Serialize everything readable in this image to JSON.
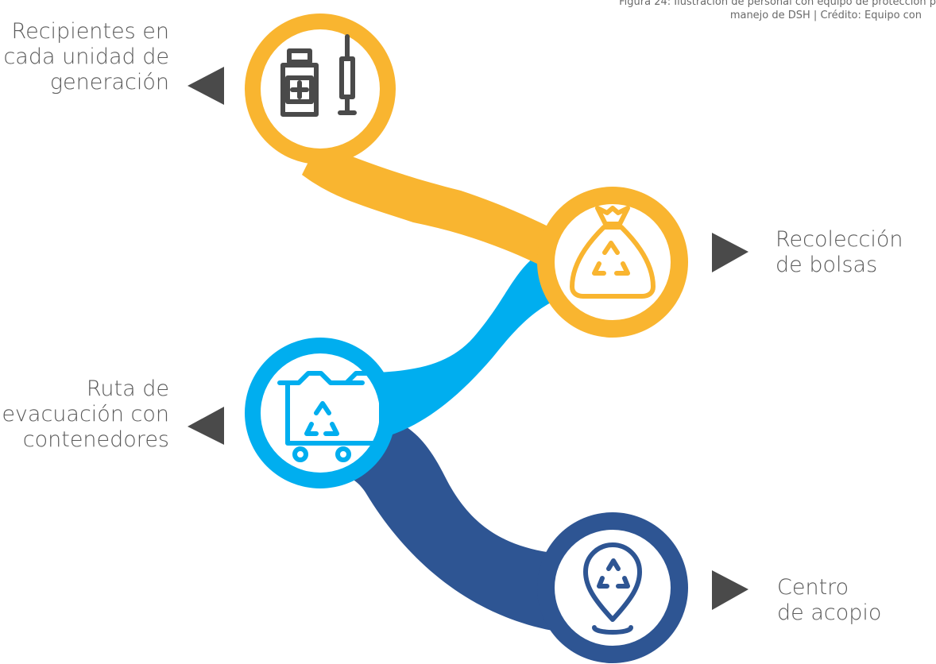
{
  "caption": {
    "line1": "Figura 24: Ilustración de personal con equipo de protección p",
    "line2": "manejo de DSH | Crédito: Equipo con"
  },
  "steps": [
    {
      "lines": [
        "Recipientes en",
        "cada unidad de",
        "generación"
      ],
      "color": "#f9b530",
      "icon": "medicine-bottle-and-syringe-icon"
    },
    {
      "lines": [
        "Recolección",
        "de bolsas"
      ],
      "color": "#f9b530",
      "icon": "recycle-bag-icon"
    },
    {
      "lines": [
        "Ruta de",
        "evacuación con",
        "contenedores"
      ],
      "color": "#00aeef",
      "icon": "recycle-container-cart-icon"
    },
    {
      "lines": [
        "Centro",
        "de acopio"
      ],
      "color": "#2e5593",
      "icon": "recycle-location-pin-icon"
    }
  ],
  "arrow_color": "#4a4a4a"
}
